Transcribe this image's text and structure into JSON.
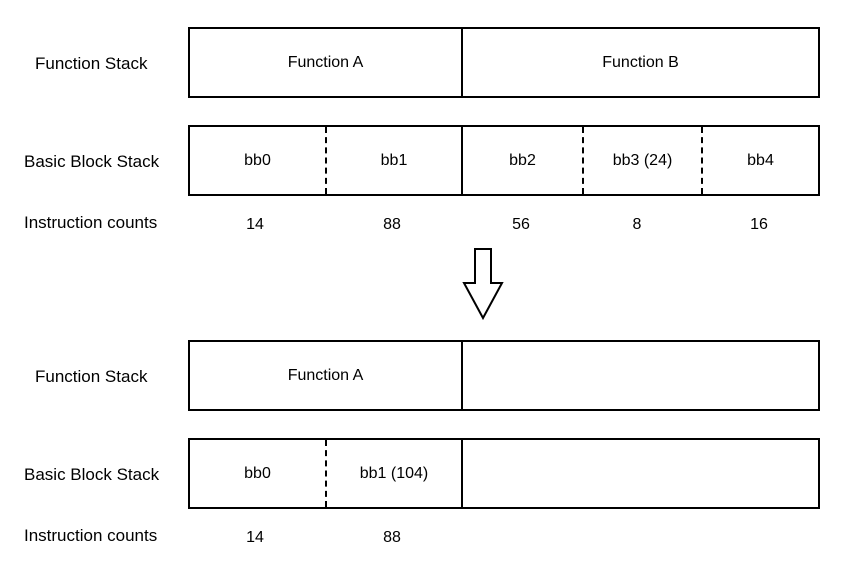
{
  "top": {
    "function_stack_label": "Function Stack",
    "basic_block_stack_label": "Basic Block Stack",
    "instruction_counts_label": "Instruction counts",
    "functions": [
      "Function A",
      "Function B"
    ],
    "blocks": [
      "bb0",
      "bb1",
      "bb2",
      "bb3 (24)",
      "bb4"
    ],
    "counts": [
      "14",
      "88",
      "56",
      "8",
      "16"
    ]
  },
  "bottom": {
    "function_stack_label": "Function Stack",
    "basic_block_stack_label": "Basic Block Stack",
    "instruction_counts_label": "Instruction counts",
    "functions": [
      "Function A",
      ""
    ],
    "blocks": [
      "bb0",
      "bb1 (104)",
      ""
    ],
    "counts": [
      "14",
      "88"
    ]
  }
}
